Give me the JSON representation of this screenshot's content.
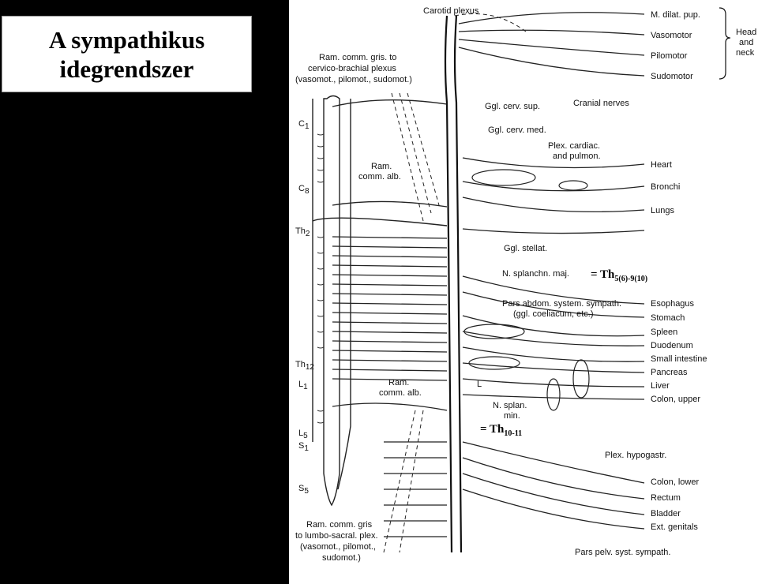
{
  "title": {
    "line1": "A sympathikus",
    "line2": "idegrendszer"
  },
  "overlay": {
    "maj_prefix": "= Th",
    "maj_sub": "5(6)-9(10)",
    "min_prefix": "= Th",
    "min_sub": "10-11"
  },
  "left_labels": {
    "carotid": "Carotid plexus",
    "ram_cerv_1": "Ram. comm. gris. to",
    "ram_cerv_2": "cervico-brachial plexus",
    "ram_cerv_3": "(vasomot., pilomot., sudomot.)",
    "ram_alb_1": "Ram.",
    "ram_alb_2": "comm. alb.",
    "ram_alb2_1": "Ram.",
    "ram_alb2_2": "comm. alb.",
    "ram_lumbo_1": "Ram. comm. gris",
    "ram_lumbo_2": "to lumbo-sacral. plex.",
    "ram_lumbo_3": "(vasomot., pilomot.,",
    "ram_lumbo_4": "sudomot.)"
  },
  "segments": {
    "c1": "C",
    "c1n": "1",
    "c8": "C",
    "c8n": "8",
    "th2": "Th",
    "th2n": "2",
    "th12": "Th",
    "th12n": "12",
    "l1": "L",
    "l1n": "1",
    "l5": "L",
    "l5n": "5",
    "s1": "S",
    "s1n": "1",
    "s5": "S",
    "s5n": "5"
  },
  "center_labels": {
    "ggl_sup": "Ggl. cerv. sup.",
    "ggl_med": "Ggl. cerv. med.",
    "plex_card_1": "Plex. cardiac.",
    "plex_card_2": "and pulmon.",
    "ggl_stellat": "Ggl. stellat.",
    "splanchn_maj": "N. splanchn. maj.",
    "pars_abdom_1": "Pars abdom. system. sympath.",
    "pars_abdom_2": "(ggl. coeliacum, etc.)",
    "n_splan_1": "N. splan.",
    "n_splan_2": "min.",
    "l_mark": "L",
    "plex_hypo": "Plex. hypogastr.",
    "pars_pelv": "Pars pelv. syst. sympath.",
    "cranial": "Cranial nerves"
  },
  "targets": {
    "m_dilat": "M. dilat. pup.",
    "vasomotor": "Vasomotor",
    "pilomotor": "Pilomotor",
    "sudomotor": "Sudomotor",
    "head_1": "Head",
    "head_2": "and",
    "head_3": "neck",
    "heart": "Heart",
    "bronchi": "Bronchi",
    "lungs": "Lungs",
    "esophagus": "Esophagus",
    "stomach": "Stomach",
    "spleen": "Spleen",
    "duodenum": "Duodenum",
    "small_int": "Small intestine",
    "pancreas": "Pancreas",
    "liver": "Liver",
    "colon_upper": "Colon, upper",
    "colon_lower": "Colon, lower",
    "rectum": "Rectum",
    "bladder": "Bladder",
    "ext_genitals": "Ext. genitals"
  }
}
